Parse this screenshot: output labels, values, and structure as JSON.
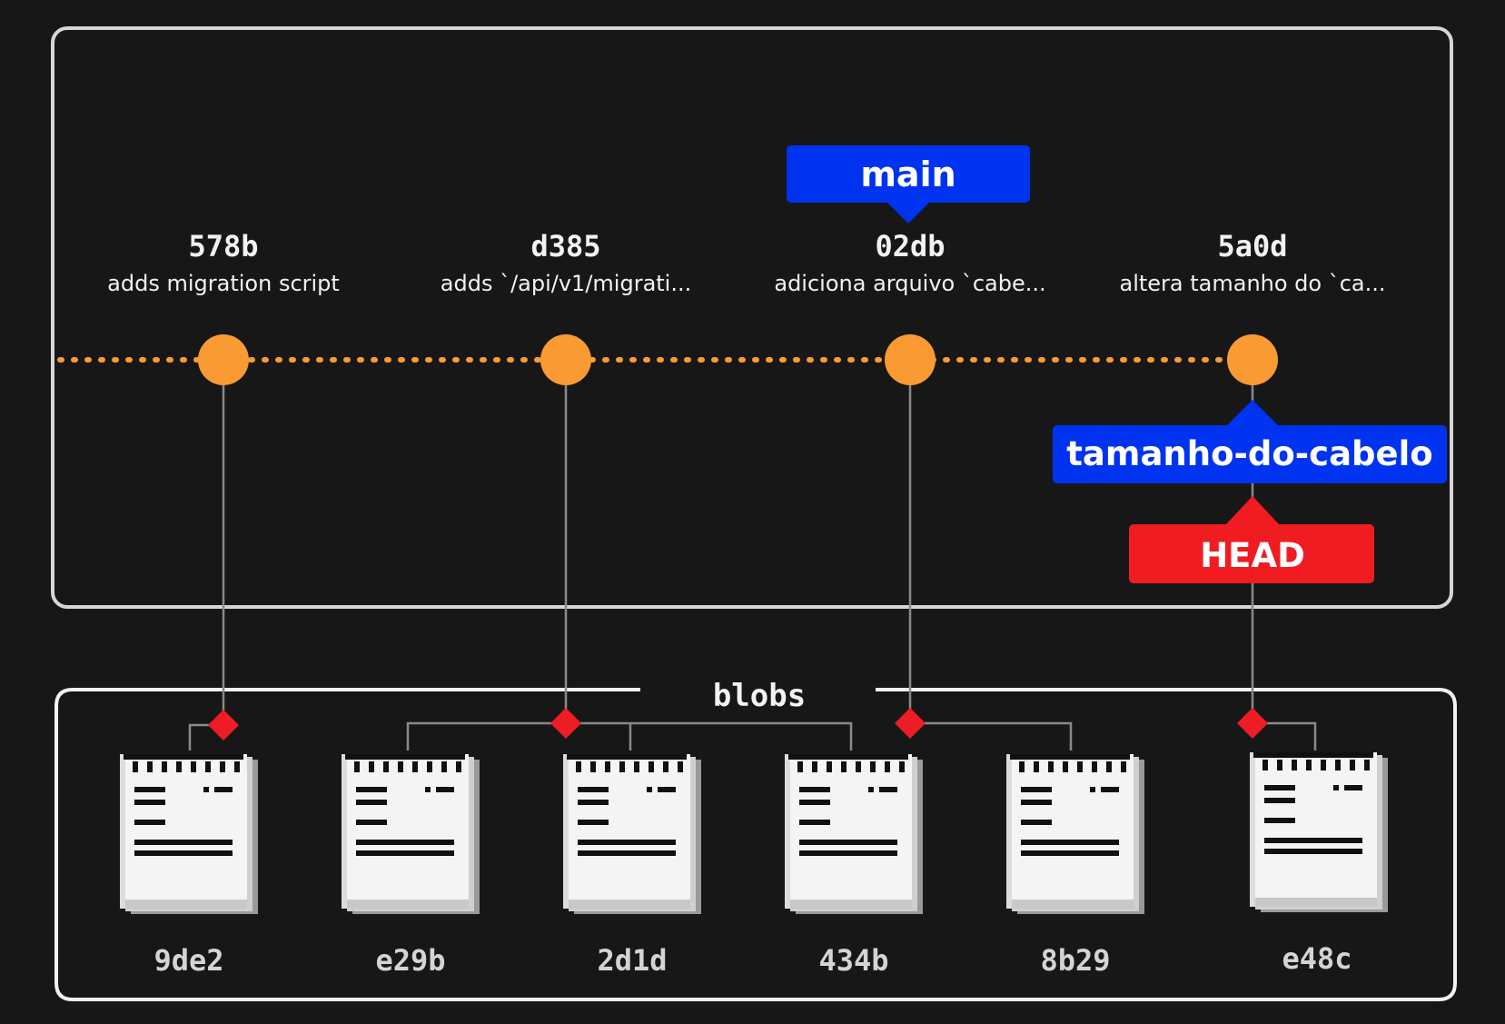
{
  "commits": [
    {
      "hash": "578b",
      "message": "adds migration script"
    },
    {
      "hash": "d385",
      "message": "adds `/api/v1/migrati..."
    },
    {
      "hash": "02db",
      "message": "adiciona arquivo `cabe..."
    },
    {
      "hash": "5a0d",
      "message": "altera tamanho do `ca..."
    }
  ],
  "labels": {
    "main": "main",
    "branch": "tamanho-do-cabelo",
    "head": "HEAD"
  },
  "blobs_section": {
    "title": "blobs",
    "items": [
      "9de2",
      "e29b",
      "2d1d",
      "434b",
      "8b29",
      "e48c"
    ]
  },
  "colors": {
    "background": "#171717",
    "commit_node": "#fa9a33",
    "branch_label": "#0033f0",
    "head_label": "#f01c22",
    "frame": "#d6d6d6",
    "connector": "#8a8a8a"
  }
}
